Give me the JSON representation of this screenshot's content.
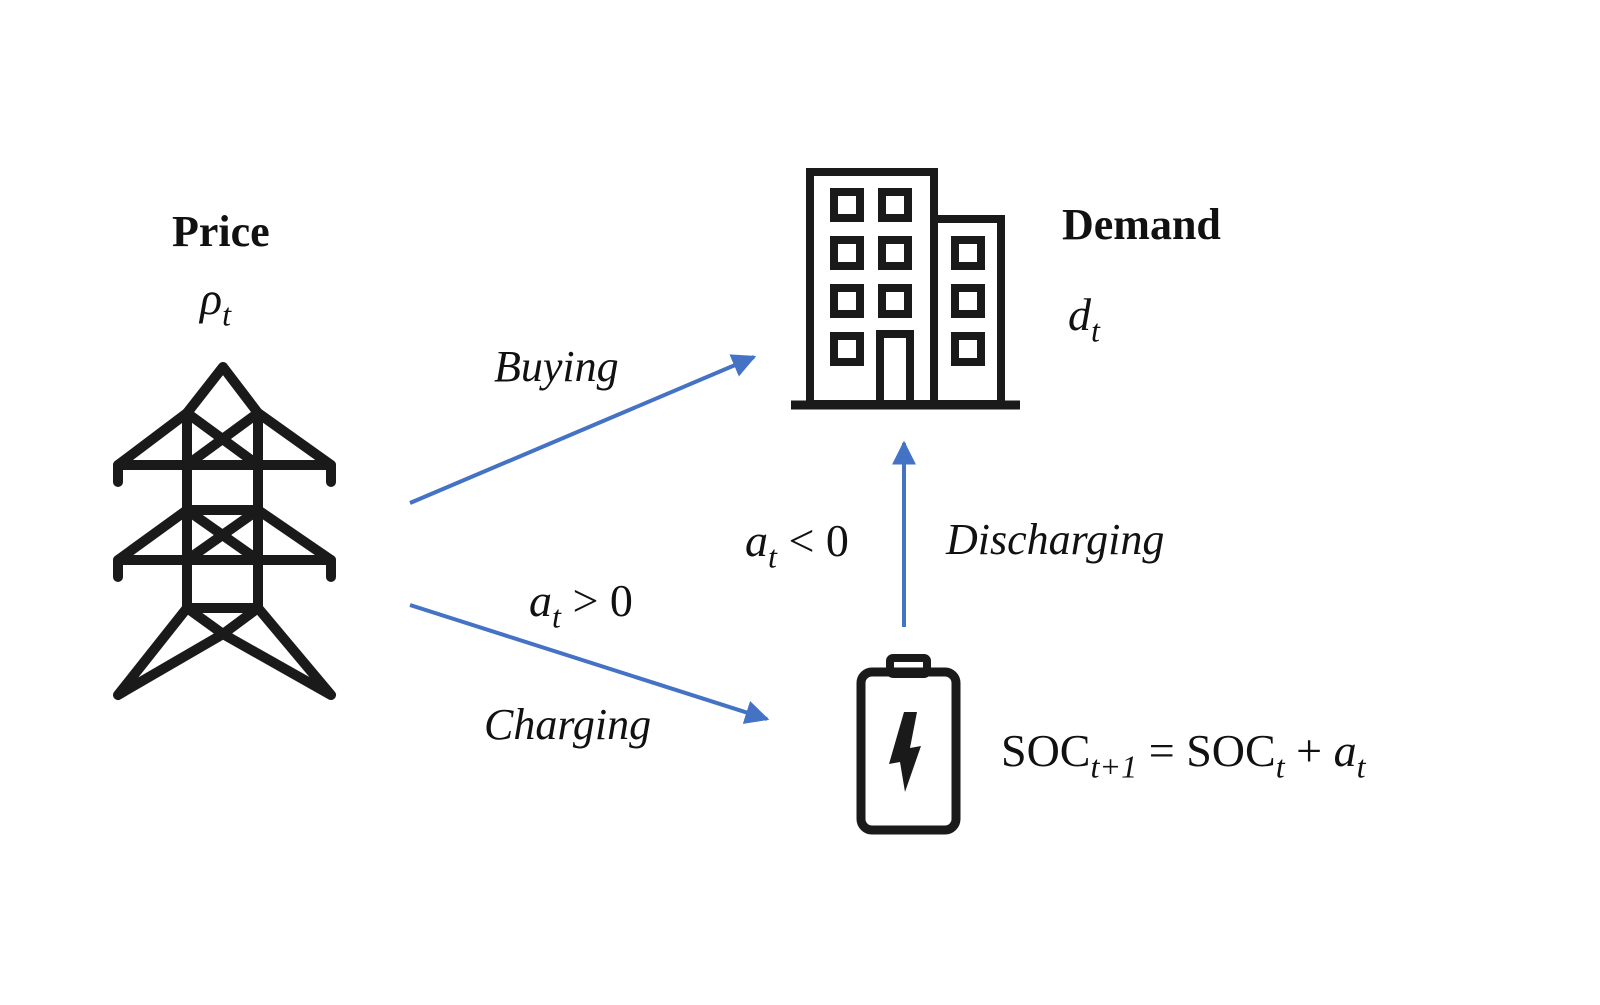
{
  "nodes": {
    "price": {
      "title": "Price",
      "symbol": "ρ",
      "subscript": "t"
    },
    "demand": {
      "title": "Demand",
      "symbol": "d",
      "subscript": "t"
    },
    "battery": {
      "equation": {
        "lhs_text": "SOC",
        "lhs_sub": "t+1",
        "equals": " = ",
        "rhs_text": "SOC",
        "rhs_sub": "t",
        "plus": " + ",
        "action_symbol": "a",
        "action_sub": "t"
      }
    }
  },
  "edges": {
    "buying": {
      "label": "Buying"
    },
    "charging": {
      "label": "Charging",
      "condition": {
        "symbol": "a",
        "subscript": "t",
        "operator": " > 0"
      }
    },
    "discharging": {
      "label": "Discharging",
      "condition": {
        "symbol": "a",
        "subscript": "t",
        "operator": " < 0"
      }
    }
  },
  "icons": {
    "tower": "transmission-tower-icon",
    "building": "office-building-icon",
    "battery": "battery-charging-icon"
  },
  "colors": {
    "arrow": "#4472C4",
    "icon": "#1a1a1a"
  }
}
